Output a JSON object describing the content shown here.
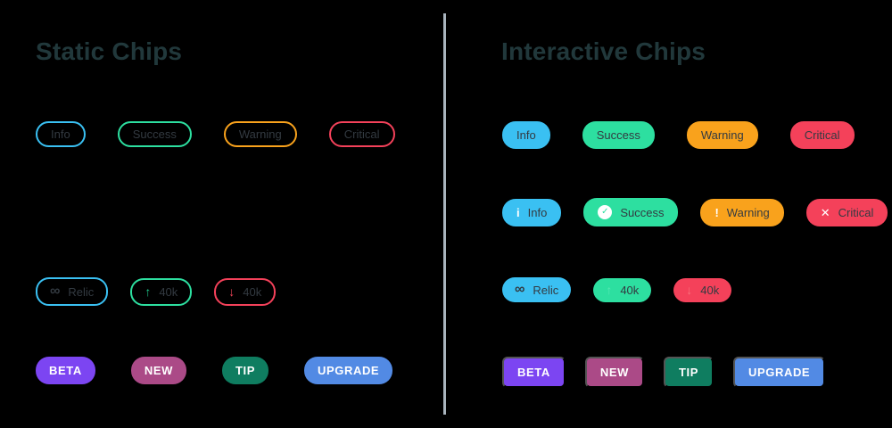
{
  "colors": {
    "background": "#000000",
    "divider": "#a9b4bd",
    "title_text": "#21383b",
    "chip_text_dark": "#333a41",
    "badge_text": "#ffffff",
    "info_blue": "#3ac0f2",
    "success_green": "#2ddfa0",
    "warning_orange": "#f9a21c",
    "critical_red": "#f4415a",
    "beta_purple": "#7c45f2",
    "new_magenta": "#ab4a87",
    "tip_teal": "#0f7d60",
    "upgrade_blue": "#528ae4"
  },
  "static_panel": {
    "title": "Static Chips",
    "outlined_chips": [
      {
        "label": "Info",
        "color": "#3ac0f2"
      },
      {
        "label": "Success",
        "color": "#2ddfa0"
      },
      {
        "label": "Warning",
        "color": "#f9a21c"
      },
      {
        "label": "Critical",
        "color": "#f4415a"
      }
    ],
    "stat_chips": [
      {
        "icon": "infinity-icon",
        "glyph": "∞",
        "label": "Relic",
        "color": "#3ac0f2"
      },
      {
        "icon": "arrow-up-icon",
        "glyph": "↑",
        "label": "40k",
        "color": "#2ddfa0"
      },
      {
        "icon": "arrow-down-icon",
        "glyph": "↓",
        "label": "40k",
        "color": "#f4415a"
      }
    ],
    "badge_chips": [
      {
        "label": "BETA",
        "color": "#7c45f2"
      },
      {
        "label": "NEW",
        "color": "#ab4a87"
      },
      {
        "label": "TIP",
        "color": "#0f7d60"
      },
      {
        "label": "UPGRADE",
        "color": "#528ae4"
      }
    ]
  },
  "interactive_panel": {
    "title": "Interactive Chips",
    "filled_chips": [
      {
        "label": "Info",
        "color": "#3ac0f2"
      },
      {
        "label": "Success",
        "color": "#2ddfa0"
      },
      {
        "label": "Warning",
        "color": "#f9a21c"
      },
      {
        "label": "Critical",
        "color": "#f4415a"
      }
    ],
    "icon_chips": [
      {
        "icon": "info-icon",
        "glyph": "i",
        "label": "Info",
        "color": "#3ac0f2"
      },
      {
        "icon": "check-circle-icon",
        "glyph": "✓",
        "label": "Success",
        "color": "#2ddfa0"
      },
      {
        "icon": "exclamation-icon",
        "glyph": "!",
        "label": "Warning",
        "color": "#f9a21c"
      },
      {
        "icon": "x-mark-icon",
        "glyph": "✕",
        "label": "Critical",
        "color": "#f4415a"
      }
    ],
    "stat_chips": [
      {
        "icon": "infinity-icon",
        "glyph": "∞",
        "label": "Relic",
        "color": "#3ac0f2"
      },
      {
        "icon": "arrow-up-icon",
        "glyph": "↑",
        "label": "40k",
        "color": "#2ddfa0"
      },
      {
        "icon": "arrow-down-icon",
        "glyph": "↓",
        "label": "40k",
        "color": "#f4415a"
      }
    ],
    "badge_chips": [
      {
        "label": "BETA",
        "color": "#7c45f2"
      },
      {
        "label": "NEW",
        "color": "#ab4a87"
      },
      {
        "label": "TIP",
        "color": "#0f7d60"
      },
      {
        "label": "UPGRADE",
        "color": "#528ae4"
      }
    ]
  }
}
